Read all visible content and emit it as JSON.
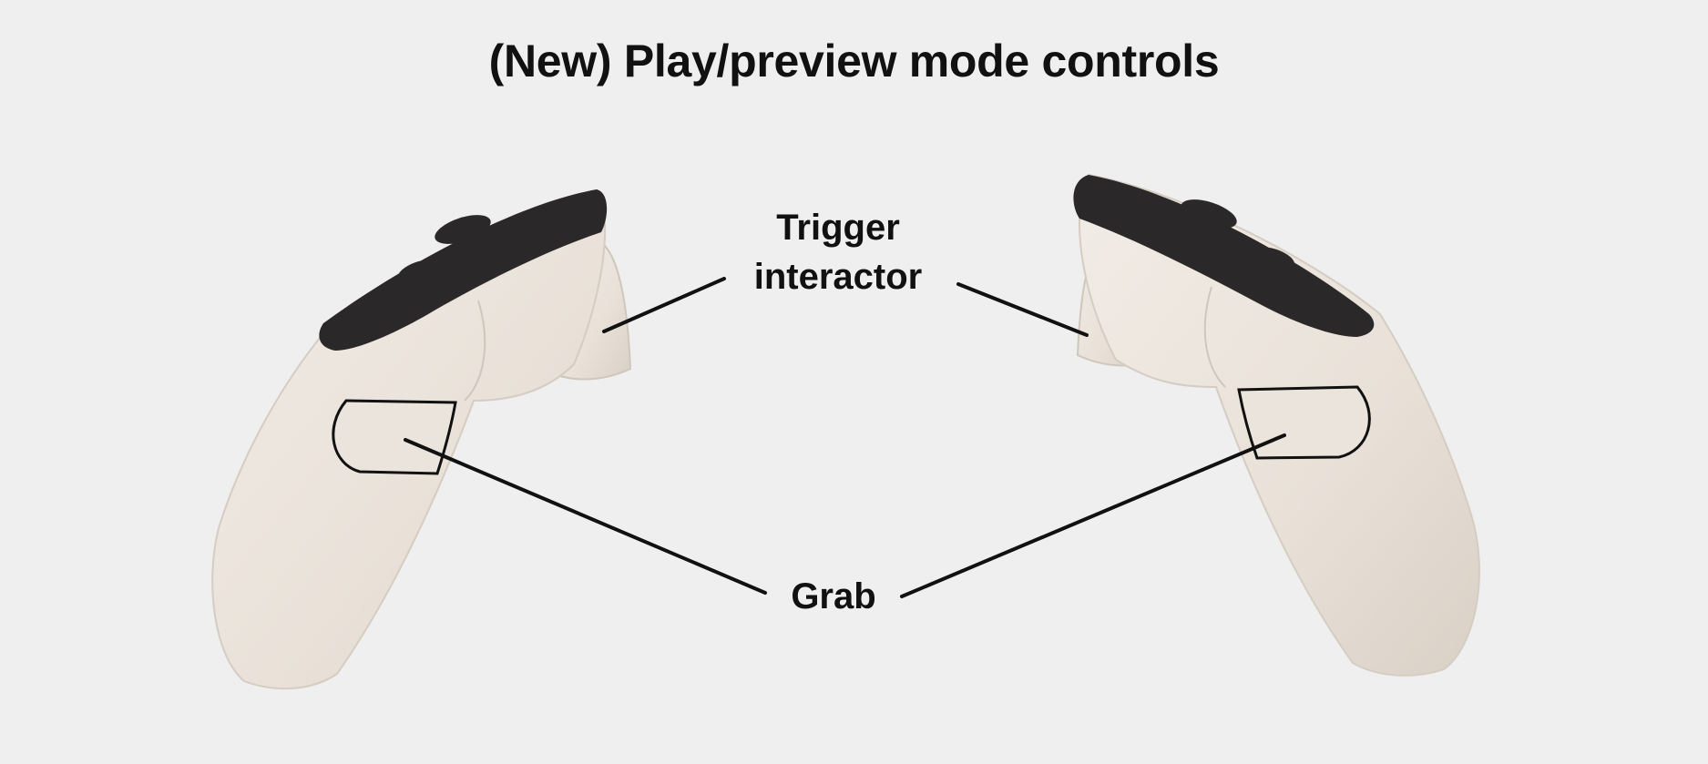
{
  "title": "(New) Play/preview mode controls",
  "labels": {
    "trigger_line1": "Trigger",
    "trigger_line2": "interactor",
    "grab": "Grab"
  },
  "colors": {
    "background": "#efefef",
    "controller_body": "#ece6df",
    "controller_face": "#2a2828",
    "leader_line": "#111111"
  }
}
